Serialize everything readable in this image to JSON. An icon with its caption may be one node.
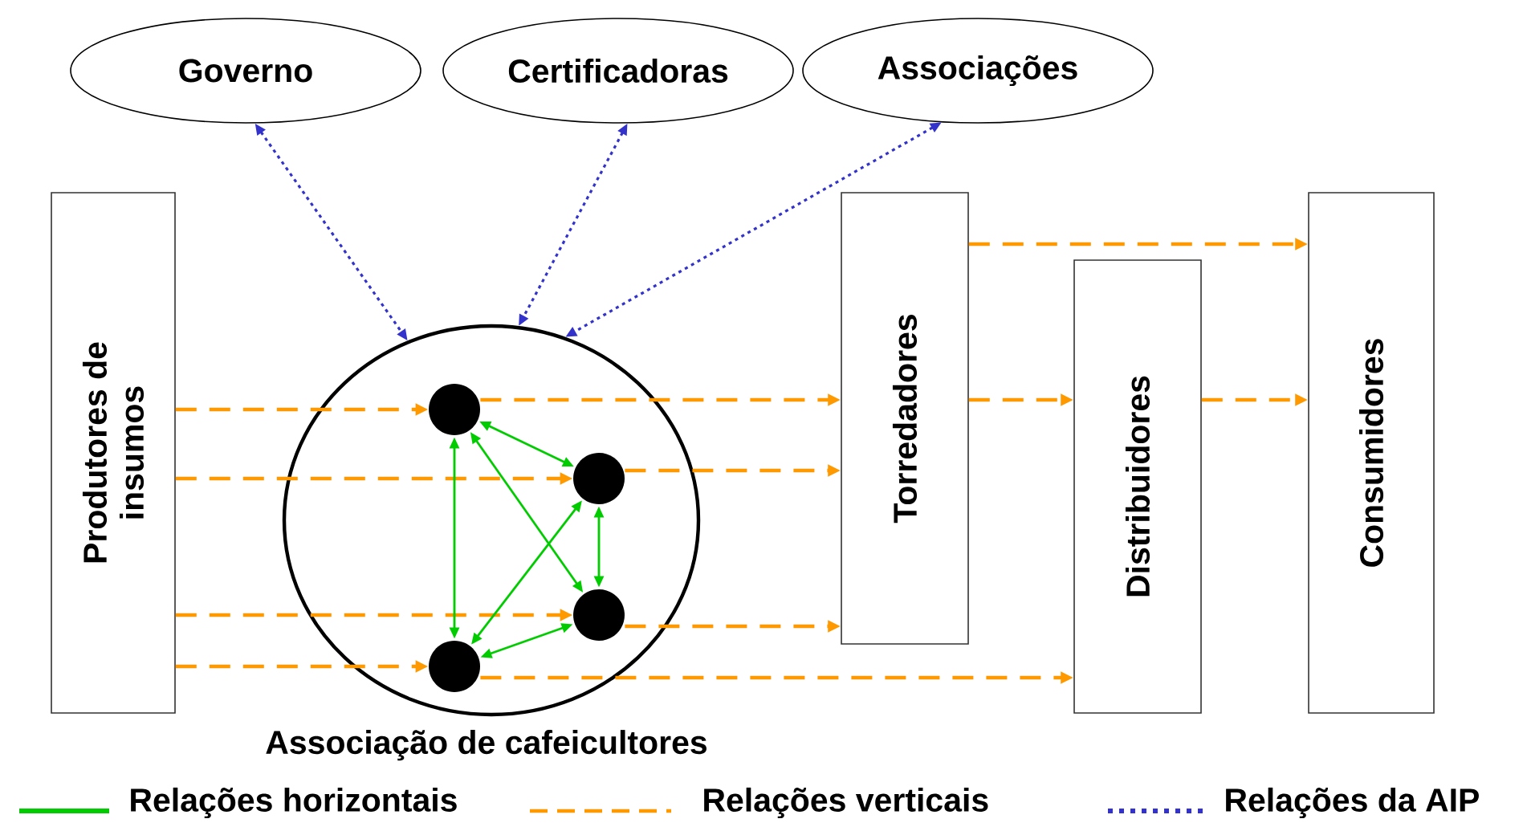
{
  "diagram": {
    "nodes": [
      {
        "text": [
          "Governo"
        ]
      },
      {
        "text": [
          "Certificadoras"
        ]
      },
      {
        "text": [
          "Associações"
        ]
      },
      {
        "text": [
          "Produtores de insumos"
        ]
      },
      {
        "text": [],
        "shape": "circle",
        "beside": [
          "Associação de cafeicultores"
        ]
      },
      {
        "text": [],
        "shape": "circle",
        "in": 4
      },
      {
        "text": [],
        "shape": "circle",
        "in": 4
      },
      {
        "text": [],
        "shape": "circle",
        "in": 4
      },
      {
        "text": [],
        "shape": "circle",
        "in": 4
      },
      {
        "text": [
          "Torredadores"
        ]
      },
      {
        "text": [
          "Distribuidores"
        ]
      },
      {
        "text": [
          "Consumidores"
        ]
      }
    ],
    "edges": [
      {
        "from": 0,
        "to": 4,
        "arrow": "both",
        "style": "dashed",
        "color": "#3333cc"
      },
      {
        "from": 1,
        "to": 4,
        "arrow": "both",
        "style": "dashed",
        "color": "#3333cc"
      },
      {
        "from": 2,
        "to": 4,
        "arrow": "both",
        "style": "dashed",
        "color": "#3333cc"
      },
      {
        "from": 3,
        "to": 5,
        "arrow": "to",
        "style": "dashed",
        "color": "#ff9900"
      },
      {
        "from": 3,
        "to": 6,
        "arrow": "to",
        "style": "dashed",
        "color": "#ff9900"
      },
      {
        "from": 3,
        "to": 7,
        "arrow": "to",
        "style": "dashed",
        "color": "#ff9900"
      },
      {
        "from": 3,
        "to": 8,
        "arrow": "to",
        "style": "dashed",
        "color": "#ff9900"
      },
      {
        "from": 5,
        "to": 9,
        "arrow": "to",
        "style": "dashed",
        "color": "#ff9900"
      },
      {
        "from": 6,
        "to": 9,
        "arrow": "to",
        "style": "dashed",
        "color": "#ff9900"
      },
      {
        "from": 7,
        "to": 9,
        "arrow": "to",
        "style": "dashed",
        "color": "#ff9900"
      },
      {
        "from": 8,
        "to": 10,
        "arrow": "to",
        "style": "dashed",
        "color": "#ff9900"
      },
      {
        "from": 9,
        "to": 11,
        "arrow": "to",
        "style": "dashed",
        "color": "#ff9900"
      },
      {
        "from": 9,
        "to": 10,
        "arrow": "to",
        "style": "dashed",
        "color": "#ff9900"
      },
      {
        "from": 10,
        "to": 11,
        "arrow": "to",
        "style": "dashed",
        "color": "#ff9900"
      },
      {
        "from": 5,
        "to": 6,
        "arrow": "both",
        "color": "#00cc00"
      },
      {
        "from": 5,
        "to": 7,
        "arrow": "both",
        "color": "#00cc00"
      },
      {
        "from": 5,
        "to": 8,
        "arrow": "both",
        "color": "#00cc00"
      },
      {
        "from": 6,
        "to": 7,
        "arrow": "both",
        "color": "#00cc00"
      },
      {
        "from": 6,
        "to": 8,
        "arrow": "both",
        "color": "#00cc00"
      },
      {
        "from": 7,
        "to": 8,
        "arrow": "both",
        "color": "#00cc00"
      }
    ],
    "legend": [
      {
        "text": "Relações horizontais"
      },
      {
        "text": "Relações verticais"
      },
      {
        "text": "Relações da AIP"
      }
    ]
  }
}
